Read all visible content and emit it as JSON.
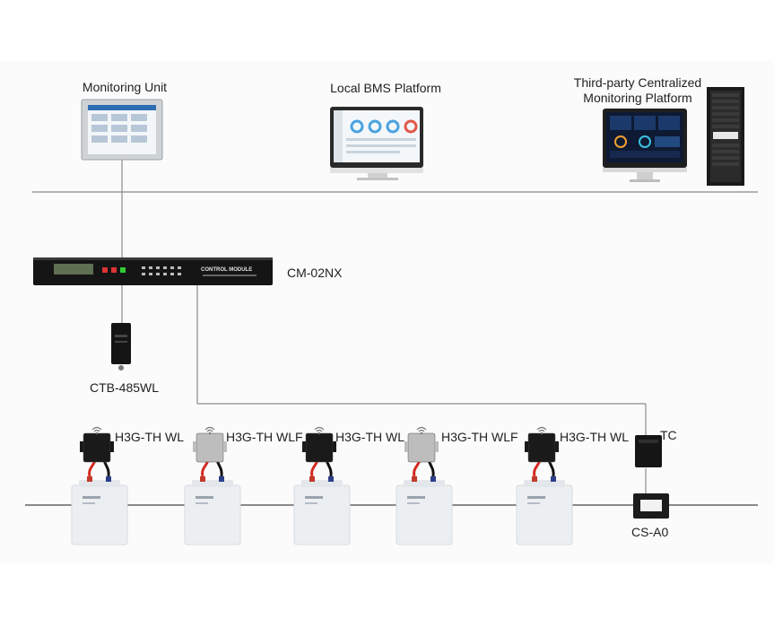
{
  "labels": {
    "monitoring_unit": "Monitoring Unit",
    "local_bms": "Local BMS Platform",
    "third_party_line1": "Third-party Centralized",
    "third_party_line2": "Monitoring Platform",
    "control_module": "CM-02NX",
    "ctb": "CTB-485WL",
    "tc": "TC",
    "cs": "CS-A0"
  },
  "device_panel_text": "CONTROL MODULE",
  "sensors": [
    {
      "label": "H3G-TH WL",
      "color": "#1a1a1a"
    },
    {
      "label": "H3G-TH WLF",
      "color": "#bdbdbd"
    },
    {
      "label": "H3G-TH WL",
      "color": "#1a1a1a"
    },
    {
      "label": "H3G-TH WLF",
      "color": "#bdbdbd"
    },
    {
      "label": "H3G-TH WL",
      "color": "#1a1a1a"
    }
  ],
  "colors": {
    "line": "#8a8a8a",
    "battery": "#eceff2",
    "cable_red": "#d32a1f",
    "cable_black": "#111111",
    "screen_blue": "#1b3a6b"
  }
}
